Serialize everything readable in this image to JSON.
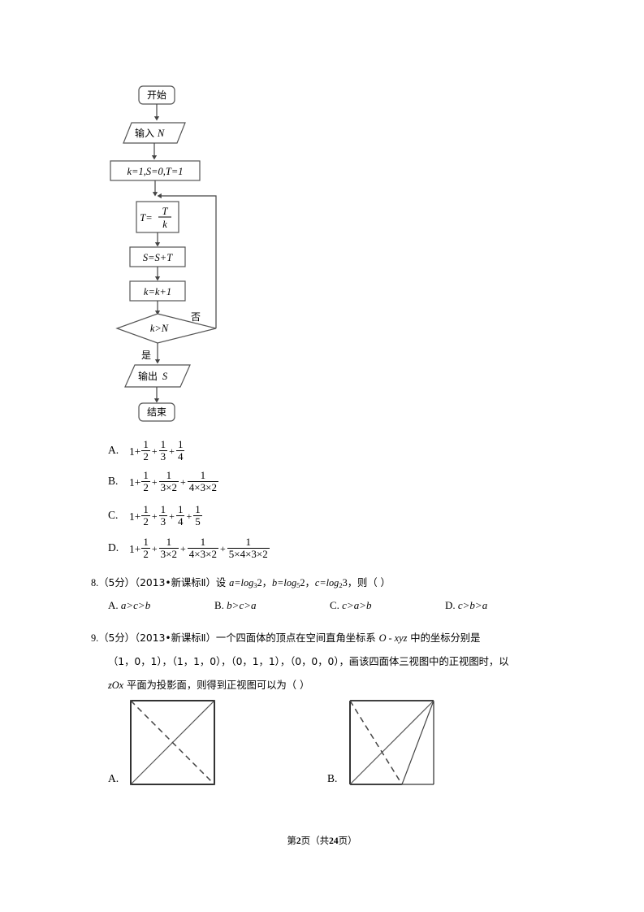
{
  "flowchart": {
    "start_label": "开始",
    "input_label": "输入",
    "input_var": "N",
    "init_label": "k=1,S=0,T=1",
    "assign_t_lhs": "T=",
    "assign_t_num": "T",
    "assign_t_den": "k",
    "assign_s": "S=S+T",
    "assign_k": "k=k+1",
    "decision": "k>N",
    "branch_no": "否",
    "branch_yes": "是",
    "output_label": "输出",
    "output_var": "S",
    "end_label": "结束"
  },
  "options_q7": [
    {
      "letter": "A.",
      "terms": [
        "1",
        "1/2",
        "1/3",
        "1/4"
      ],
      "denominators": [
        "",
        "2",
        "3",
        "4"
      ]
    },
    {
      "letter": "B.",
      "terms": [
        "1",
        "1/2",
        "1/(3×2)",
        "1/(4×3×2)"
      ],
      "denominators": [
        "",
        "2",
        "3×2",
        "4×3×2"
      ]
    },
    {
      "letter": "C.",
      "terms": [
        "1",
        "1/2",
        "1/3",
        "1/4",
        "1/5"
      ],
      "denominators": [
        "",
        "2",
        "3",
        "4",
        "5"
      ]
    },
    {
      "letter": "D.",
      "terms": [
        "1",
        "1/2",
        "1/(3×2)",
        "1/(4×3×2)",
        "1/(5×4×3×2)"
      ],
      "denominators": [
        "",
        "2",
        "3×2",
        "4×3×2",
        "5×4×3×2"
      ]
    }
  ],
  "numerator": "1",
  "lead_one": "1+",
  "plus": "+",
  "question8": {
    "number": "8",
    "score": "（5分）",
    "source": "（2013•新课标Ⅱ）",
    "stem_prefix": "设 ",
    "a_def": "a=log",
    "a_base": "3",
    "a_arg": "2，",
    "b_def": "b=log",
    "b_base": "5",
    "b_arg": "2，",
    "c_def": "c=log",
    "c_base": "2",
    "c_arg": "3，",
    "tail": "则（        ）",
    "choices": [
      {
        "label": "A.",
        "text": "a>c>b"
      },
      {
        "label": "B.",
        "text": "b>c>a"
      },
      {
        "label": "C.",
        "text": "c>a>b"
      },
      {
        "label": "D.",
        "text": "c>b>a"
      }
    ]
  },
  "question9": {
    "number": "9",
    "score": "（5分）",
    "source": "（2013•新课标Ⅱ）",
    "line1_a": "一个四面体的顶点在空间直角坐标系 ",
    "line1_coord": "O - xyz",
    "line1_b": " 中的坐标分别是",
    "line2": "（1，0，1），（1，1，0），（0，1，1），（0，0，0），画该四面体三视图中的正视图时，以",
    "line3_a": "zOx",
    "line3_b": " 平面为投影面，则得到正视图可以为（        ）",
    "figures": [
      {
        "label": "A.",
        "kind": "square-with-two-diagonals"
      },
      {
        "label": "B.",
        "kind": "square-with-skew-triangle"
      }
    ]
  },
  "footer": {
    "prefix": "第",
    "page": "2",
    "middle": "页（共",
    "total": "24",
    "suffix": "页）"
  }
}
